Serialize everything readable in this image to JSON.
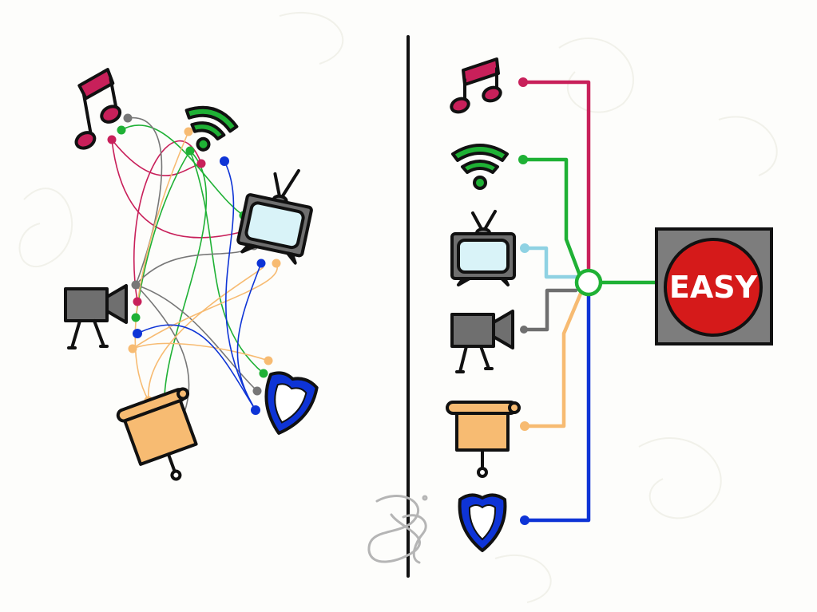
{
  "scene": {
    "background": "#fdfdfb",
    "divider_color": "#111111"
  },
  "devices": [
    {
      "id": "music",
      "icon": "music-note-icon",
      "color": "#c8205a"
    },
    {
      "id": "wifi",
      "icon": "wifi-icon",
      "color": "#1fb135"
    },
    {
      "id": "tv",
      "icon": "tv-icon",
      "color": "#8fd2e3"
    },
    {
      "id": "camera",
      "icon": "video-camera-icon",
      "color": "#6f6f6f"
    },
    {
      "id": "projector",
      "icon": "projector-screen-icon",
      "color": "#f7bb72"
    },
    {
      "id": "shield",
      "icon": "shield-icon",
      "color": "#0e34d6"
    }
  ],
  "button": {
    "label": "EASY",
    "icon": "big-red-button-icon",
    "face_color": "#d51a1a",
    "frame_color": "#7d7d7d"
  },
  "hub": {
    "icon": "hub-circle-icon",
    "color": "#1fb135"
  },
  "signature": {
    "icon": "signature-scribble-icon"
  }
}
